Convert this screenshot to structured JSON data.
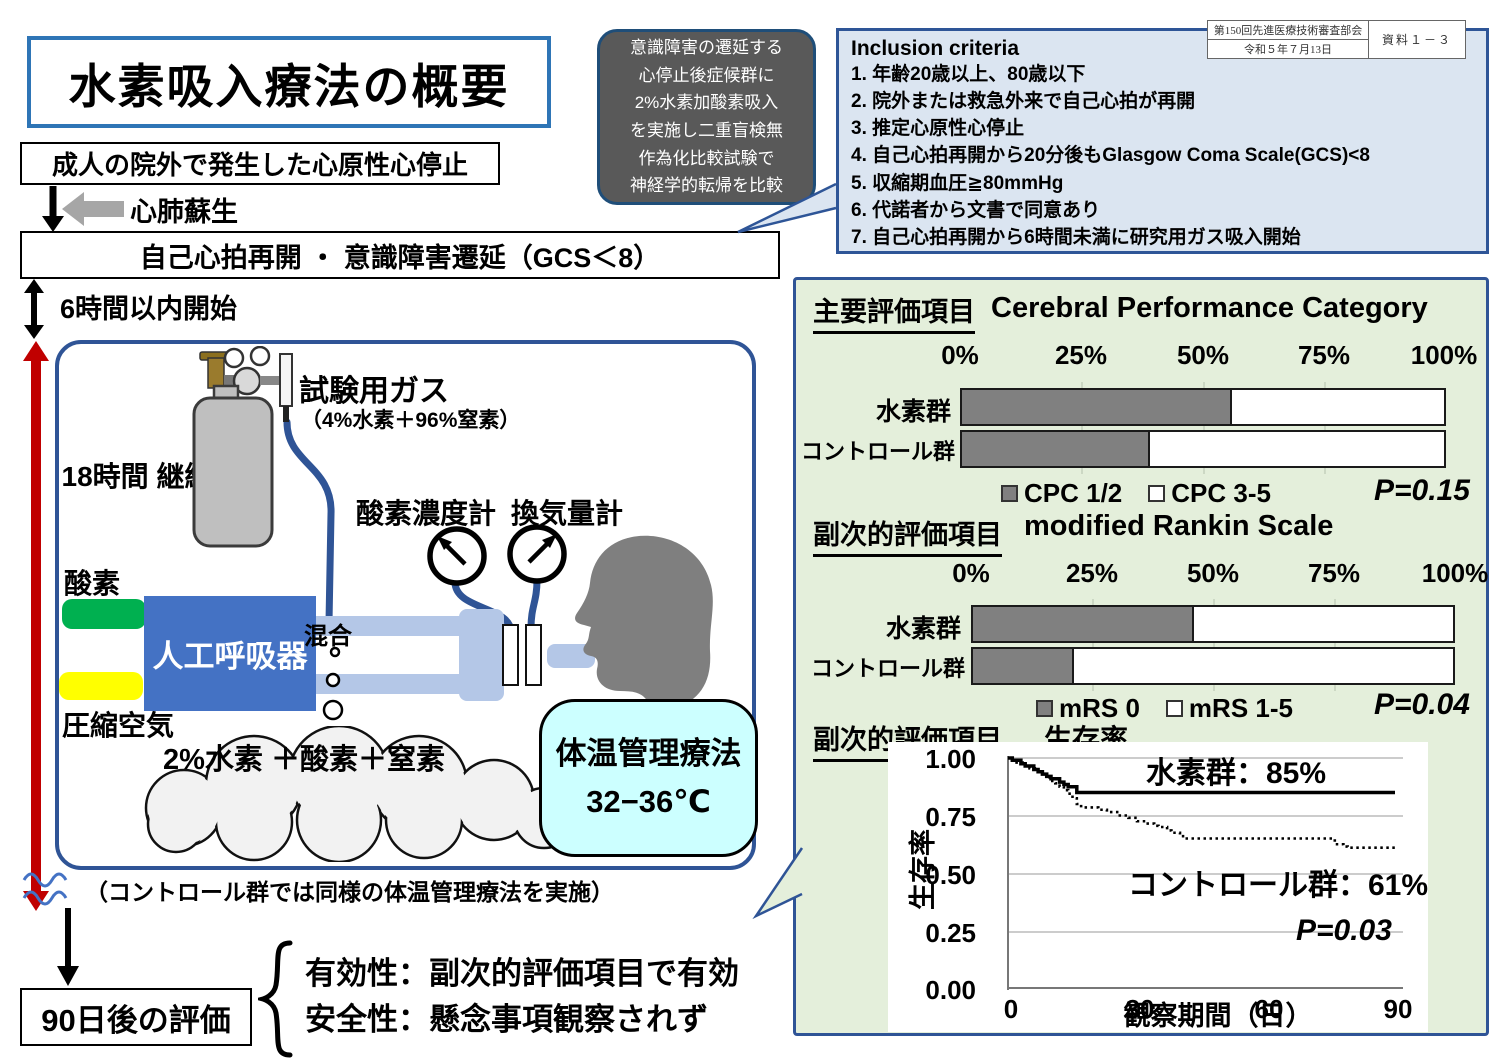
{
  "title": "水素吸入療法の概要",
  "stamp": {
    "committee": "第150回先進医療技術審査部会",
    "date": "令和５年７月13日",
    "doc_no": "資料１－３"
  },
  "callout": {
    "text": "意識障害の遷延する\n心停止後症候群に\n2%水素加酸素吸入\nを実施し二重盲検無\n作為化比較試験で\n神経学的転帰を比較"
  },
  "inclusion": {
    "title": "Inclusion criteria",
    "items": [
      "1.  年齢20歳以上、80歳以下",
      "2.  院外または救急外来で自己心拍が再開",
      "3.  推定心原性心停止",
      "4.  自己心拍再開から20分後もGlasgow Coma Scale(GCS)<8",
      "5.  収縮期血圧≧80mmHg",
      "6.  代諾者から文書で同意あり",
      "7.  自己心拍再開から6時間未満に研究用ガス吸入開始"
    ]
  },
  "flow": {
    "box1": "成人の院外で発生した心原性心停止",
    "cpr_label": "心肺蘇生",
    "box2": "自己心拍再開 ・ 意識障害遷延（GCS＜8）",
    "start_label": "6時間以内開始",
    "duration_label": "18時間\n継続"
  },
  "diagram": {
    "gas_label": "試験用ガス",
    "gas_sub": "（4%水素＋96%窒素）",
    "o2_meter": "酸素濃度計",
    "vent_meter": "換気量計",
    "oxygen": "酸素",
    "ventilator": "人工呼吸器",
    "mixing": "混合",
    "compressed_air": "圧縮空気",
    "cloud": "2%水素\n＋酸素＋窒素",
    "ttm": "体温管理療法\n32−36℃"
  },
  "notes": {
    "control_note": "（コントロール群では同様の体温管理療法を実施）",
    "eval_box": "90日後の評価",
    "efficacy": "有効性：副次的評価項目で有効",
    "safety": "安全性：懸念事項観察されず"
  },
  "chart_data": [
    {
      "type": "bar",
      "stacked": true,
      "section_label": "主要評価項目",
      "title": "Cerebral Performance Category",
      "categories": [
        "水素群",
        "コントロール群"
      ],
      "series": [
        {
          "name": "CPC 1/2",
          "color": "#808080",
          "values": [
            56,
            39
          ]
        },
        {
          "name": "CPC 3-5",
          "color": "#ffffff",
          "values": [
            44,
            61
          ]
        }
      ],
      "x_ticks": [
        "0%",
        "25%",
        "50%",
        "75%",
        "100%"
      ],
      "xlim": [
        0,
        100
      ],
      "p_value": "P=0.15"
    },
    {
      "type": "bar",
      "stacked": true,
      "section_label": "副次的評価項目",
      "title": "modified Rankin Scale",
      "categories": [
        "水素群",
        "コントロール群"
      ],
      "series": [
        {
          "name": "mRS 0",
          "color": "#808080",
          "values": [
            46,
            21
          ]
        },
        {
          "name": "mRS 1-5",
          "color": "#ffffff",
          "values": [
            54,
            79
          ]
        }
      ],
      "x_ticks": [
        "0%",
        "25%",
        "50%",
        "75%",
        "100%"
      ],
      "xlim": [
        0,
        100
      ],
      "p_value": "P=0.04"
    },
    {
      "type": "line",
      "section_label": "副次的評価項目",
      "title": "生存率",
      "xlabel": "観察期間（日）",
      "ylabel": "生存率",
      "x_ticks": [
        "0",
        "30",
        "60",
        "90"
      ],
      "y_ticks": [
        "1.00",
        "0.75",
        "0.50",
        "0.25",
        "0.00"
      ],
      "xlim": [
        0,
        90
      ],
      "ylim": [
        0,
        1
      ],
      "grid": true,
      "series": [
        {
          "name": "水素群",
          "style": "solid",
          "final_label": "水素群：85%",
          "step_points": [
            [
              0,
              1.0
            ],
            [
              1,
              0.99
            ],
            [
              3,
              0.975
            ],
            [
              4,
              0.965
            ],
            [
              6,
              0.95
            ],
            [
              7,
              0.94
            ],
            [
              8,
              0.93
            ],
            [
              9,
              0.92
            ],
            [
              10,
              0.91
            ],
            [
              12,
              0.895
            ],
            [
              13,
              0.885
            ],
            [
              14,
              0.875
            ],
            [
              16,
              0.85
            ],
            [
              90,
              0.85
            ]
          ]
        },
        {
          "name": "コントロール群",
          "style": "dotted",
          "final_label": "コントロール群：61%",
          "step_points": [
            [
              0,
              1.0
            ],
            [
              1,
              0.99
            ],
            [
              2,
              0.98
            ],
            [
              4,
              0.965
            ],
            [
              5,
              0.955
            ],
            [
              7,
              0.94
            ],
            [
              8,
              0.93
            ],
            [
              9,
              0.915
            ],
            [
              10,
              0.9
            ],
            [
              11,
              0.89
            ],
            [
              12,
              0.875
            ],
            [
              13,
              0.86
            ],
            [
              14,
              0.845
            ],
            [
              15,
              0.825
            ],
            [
              16,
              0.8
            ],
            [
              17,
              0.785
            ],
            [
              21,
              0.775
            ],
            [
              23,
              0.765
            ],
            [
              26,
              0.75
            ],
            [
              28,
              0.74
            ],
            [
              30,
              0.725
            ],
            [
              32,
              0.715
            ],
            [
              34,
              0.705
            ],
            [
              35,
              0.7
            ],
            [
              37,
              0.685
            ],
            [
              38,
              0.675
            ],
            [
              40,
              0.66
            ],
            [
              41,
              0.65
            ],
            [
              74,
              0.65
            ],
            [
              76,
              0.625
            ],
            [
              78,
              0.615
            ],
            [
              79,
              0.61
            ],
            [
              90,
              0.61
            ]
          ]
        }
      ],
      "p_value": "P=0.03"
    }
  ]
}
